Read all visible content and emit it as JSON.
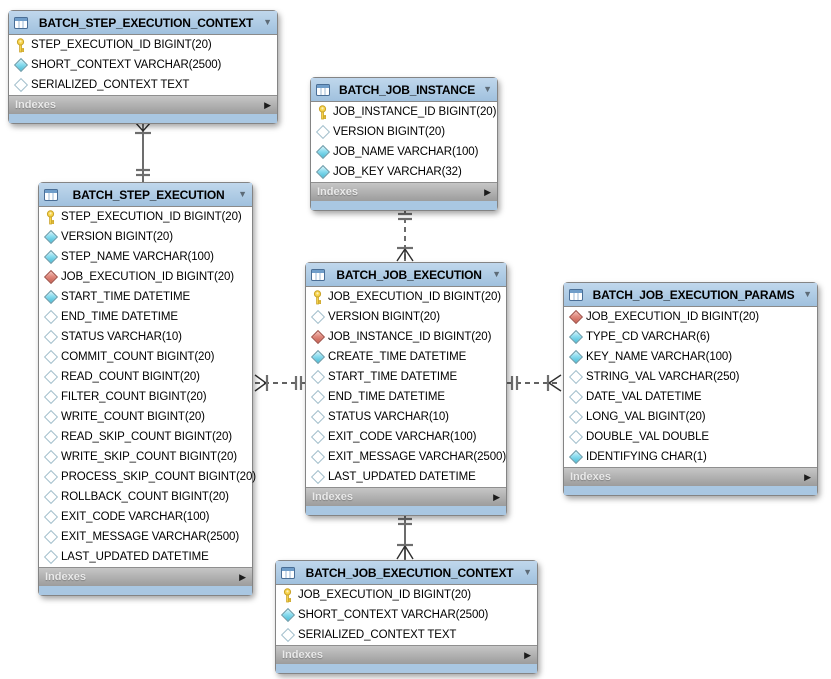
{
  "colors": {
    "header_blue": "#a9c7e2",
    "primary_key_yellow": "#f7d44c",
    "not_null_cyan": "#49bcd6",
    "foreign_key_red": "#c75f51",
    "indexes_gray_bar": "#b1b1b1",
    "canvas_background": "#ffffff"
  },
  "icons": {
    "collapse_arrow": "▼",
    "expand_arrow": "▶"
  },
  "diagram": {
    "tables": [
      {
        "title": "BATCH_STEP_EXECUTION_CONTEXT",
        "footer_label": "Indexes",
        "columns": [
          {
            "icon": "primary-key",
            "text": "STEP_EXECUTION_ID BIGINT(20)"
          },
          {
            "icon": "not-null",
            "text": "SHORT_CONTEXT VARCHAR(2500)"
          },
          {
            "icon": "nullable",
            "text": "SERIALIZED_CONTEXT TEXT"
          }
        ]
      },
      {
        "title": "BATCH_JOB_INSTANCE",
        "footer_label": "Indexes",
        "columns": [
          {
            "icon": "primary-key",
            "text": "JOB_INSTANCE_ID BIGINT(20)"
          },
          {
            "icon": "nullable",
            "text": "VERSION BIGINT(20)"
          },
          {
            "icon": "not-null",
            "text": "JOB_NAME VARCHAR(100)"
          },
          {
            "icon": "not-null",
            "text": "JOB_KEY VARCHAR(32)"
          }
        ]
      },
      {
        "title": "BATCH_STEP_EXECUTION",
        "footer_label": "Indexes",
        "columns": [
          {
            "icon": "primary-key",
            "text": "STEP_EXECUTION_ID BIGINT(20)"
          },
          {
            "icon": "not-null",
            "text": "VERSION BIGINT(20)"
          },
          {
            "icon": "not-null",
            "text": "STEP_NAME VARCHAR(100)"
          },
          {
            "icon": "foreign-key",
            "text": "JOB_EXECUTION_ID BIGINT(20)"
          },
          {
            "icon": "not-null",
            "text": "START_TIME DATETIME"
          },
          {
            "icon": "nullable",
            "text": "END_TIME DATETIME"
          },
          {
            "icon": "nullable",
            "text": "STATUS VARCHAR(10)"
          },
          {
            "icon": "nullable",
            "text": "COMMIT_COUNT BIGINT(20)"
          },
          {
            "icon": "nullable",
            "text": "READ_COUNT BIGINT(20)"
          },
          {
            "icon": "nullable",
            "text": "FILTER_COUNT BIGINT(20)"
          },
          {
            "icon": "nullable",
            "text": "WRITE_COUNT BIGINT(20)"
          },
          {
            "icon": "nullable",
            "text": "READ_SKIP_COUNT BIGINT(20)"
          },
          {
            "icon": "nullable",
            "text": "WRITE_SKIP_COUNT BIGINT(20)"
          },
          {
            "icon": "nullable",
            "text": "PROCESS_SKIP_COUNT BIGINT(20)"
          },
          {
            "icon": "nullable",
            "text": "ROLLBACK_COUNT BIGINT(20)"
          },
          {
            "icon": "nullable",
            "text": "EXIT_CODE VARCHAR(100)"
          },
          {
            "icon": "nullable",
            "text": "EXIT_MESSAGE VARCHAR(2500)"
          },
          {
            "icon": "nullable",
            "text": "LAST_UPDATED DATETIME"
          }
        ]
      },
      {
        "title": "BATCH_JOB_EXECUTION",
        "footer_label": "Indexes",
        "columns": [
          {
            "icon": "primary-key",
            "text": "JOB_EXECUTION_ID BIGINT(20)"
          },
          {
            "icon": "nullable",
            "text": "VERSION BIGINT(20)"
          },
          {
            "icon": "foreign-key",
            "text": "JOB_INSTANCE_ID BIGINT(20)"
          },
          {
            "icon": "not-null",
            "text": "CREATE_TIME DATETIME"
          },
          {
            "icon": "nullable",
            "text": "START_TIME DATETIME"
          },
          {
            "icon": "nullable",
            "text": "END_TIME DATETIME"
          },
          {
            "icon": "nullable",
            "text": "STATUS VARCHAR(10)"
          },
          {
            "icon": "nullable",
            "text": "EXIT_CODE VARCHAR(100)"
          },
          {
            "icon": "nullable",
            "text": "EXIT_MESSAGE VARCHAR(2500)"
          },
          {
            "icon": "nullable",
            "text": "LAST_UPDATED DATETIME"
          }
        ]
      },
      {
        "title": "BATCH_JOB_EXECUTION_PARAMS",
        "footer_label": "Indexes",
        "columns": [
          {
            "icon": "foreign-key",
            "text": "JOB_EXECUTION_ID BIGINT(20)"
          },
          {
            "icon": "not-null",
            "text": "TYPE_CD VARCHAR(6)"
          },
          {
            "icon": "not-null",
            "text": "KEY_NAME VARCHAR(100)"
          },
          {
            "icon": "nullable",
            "text": "STRING_VAL VARCHAR(250)"
          },
          {
            "icon": "nullable",
            "text": "DATE_VAL DATETIME"
          },
          {
            "icon": "nullable",
            "text": "LONG_VAL BIGINT(20)"
          },
          {
            "icon": "nullable",
            "text": "DOUBLE_VAL DOUBLE"
          },
          {
            "icon": "not-null",
            "text": "IDENTIFYING CHAR(1)"
          }
        ]
      },
      {
        "title": "BATCH_JOB_EXECUTION_CONTEXT",
        "footer_label": "Indexes",
        "columns": [
          {
            "icon": "primary-key",
            "text": "JOB_EXECUTION_ID BIGINT(20)"
          },
          {
            "icon": "not-null",
            "text": "SHORT_CONTEXT VARCHAR(2500)"
          },
          {
            "icon": "nullable",
            "text": "SERIALIZED_CONTEXT TEXT"
          }
        ]
      }
    ],
    "relationships": [
      {
        "from": "BATCH_STEP_EXECUTION_CONTEXT",
        "to": "BATCH_STEP_EXECUTION",
        "line": "solid",
        "cardinality": "many-to-one"
      },
      {
        "from": "BATCH_JOB_EXECUTION",
        "to": "BATCH_JOB_INSTANCE",
        "line": "dashed",
        "cardinality": "many-to-one"
      },
      {
        "from": "BATCH_STEP_EXECUTION",
        "to": "BATCH_JOB_EXECUTION",
        "line": "dashed",
        "cardinality": "many-to-one"
      },
      {
        "from": "BATCH_JOB_EXECUTION_PARAMS",
        "to": "BATCH_JOB_EXECUTION",
        "line": "dashed",
        "cardinality": "many-to-one"
      },
      {
        "from": "BATCH_JOB_EXECUTION_CONTEXT",
        "to": "BATCH_JOB_EXECUTION",
        "line": "solid",
        "cardinality": "many-to-one"
      }
    ]
  }
}
